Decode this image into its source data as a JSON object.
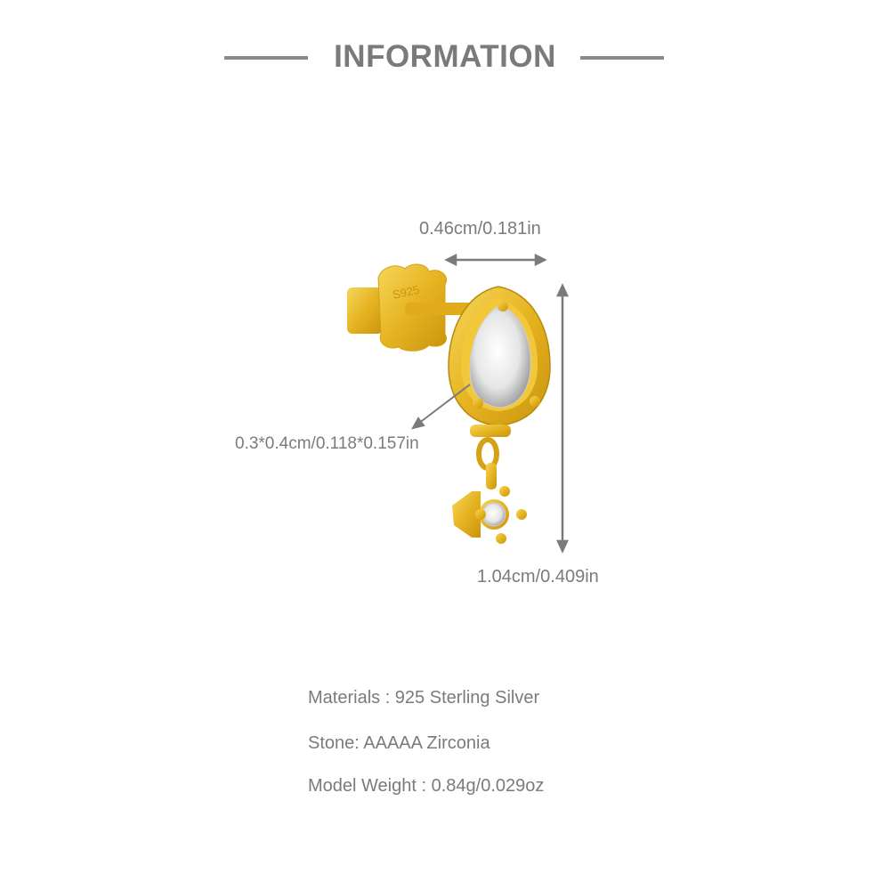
{
  "header": {
    "title": "INFORMATION"
  },
  "dimensions": {
    "width": "0.46cm/0.181in",
    "height": "1.04cm/0.409in",
    "stone_size": "0.3*0.4cm/0.118*0.157in"
  },
  "product": {
    "stamp": "S925",
    "metal_color": "#e6b422",
    "stone_color": "#eeeeee"
  },
  "specs": [
    {
      "text": "Materials : 925 Sterling Silver"
    },
    {
      "text": "Stone: AAAAA Zirconia"
    },
    {
      "text": "Model Weight : 0.84g/0.029oz"
    }
  ],
  "colors": {
    "text": "#7b7b7b",
    "rule": "#8a8a8a",
    "background": "#ffffff"
  }
}
